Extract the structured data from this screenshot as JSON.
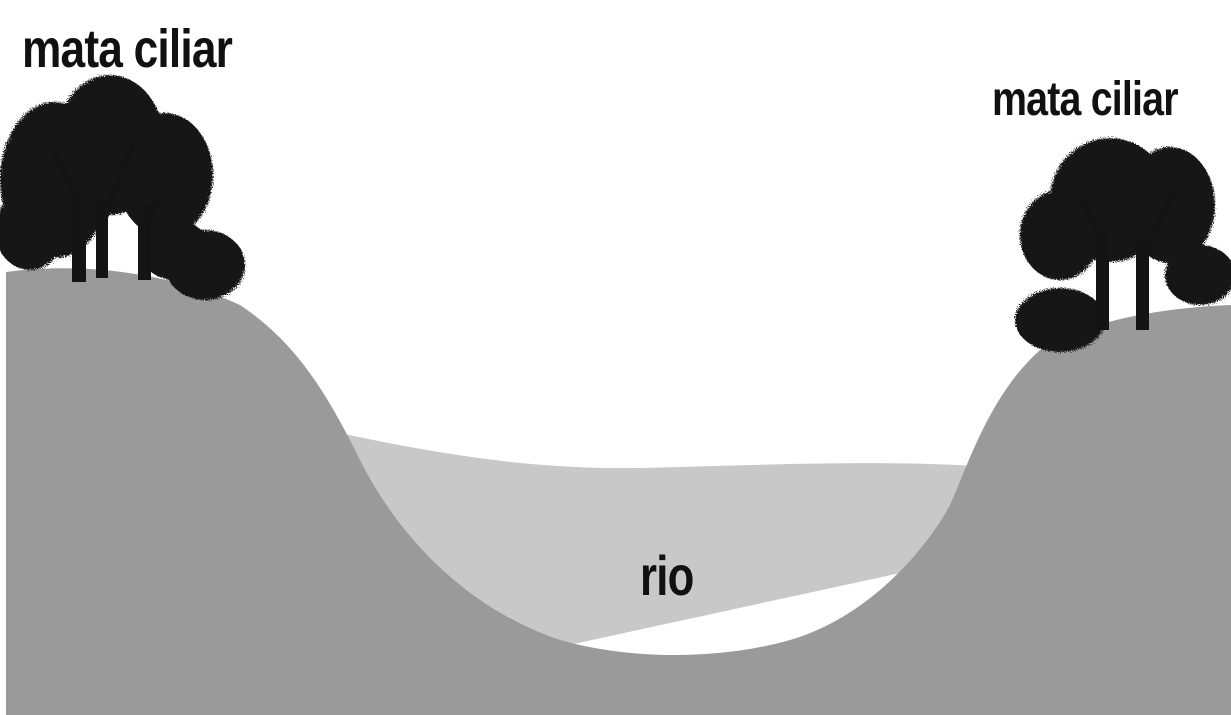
{
  "labels": {
    "riparian_left": "mata ciliar",
    "riparian_right": "mata ciliar",
    "river": "rio"
  },
  "colors": {
    "ground": "#9a9a9a",
    "water": "#c8c8c8",
    "sky": "#ffffff",
    "trees": "#141414"
  },
  "icons": {
    "left_trees": "tree-cluster-icon",
    "right_trees": "tree-cluster-icon"
  }
}
